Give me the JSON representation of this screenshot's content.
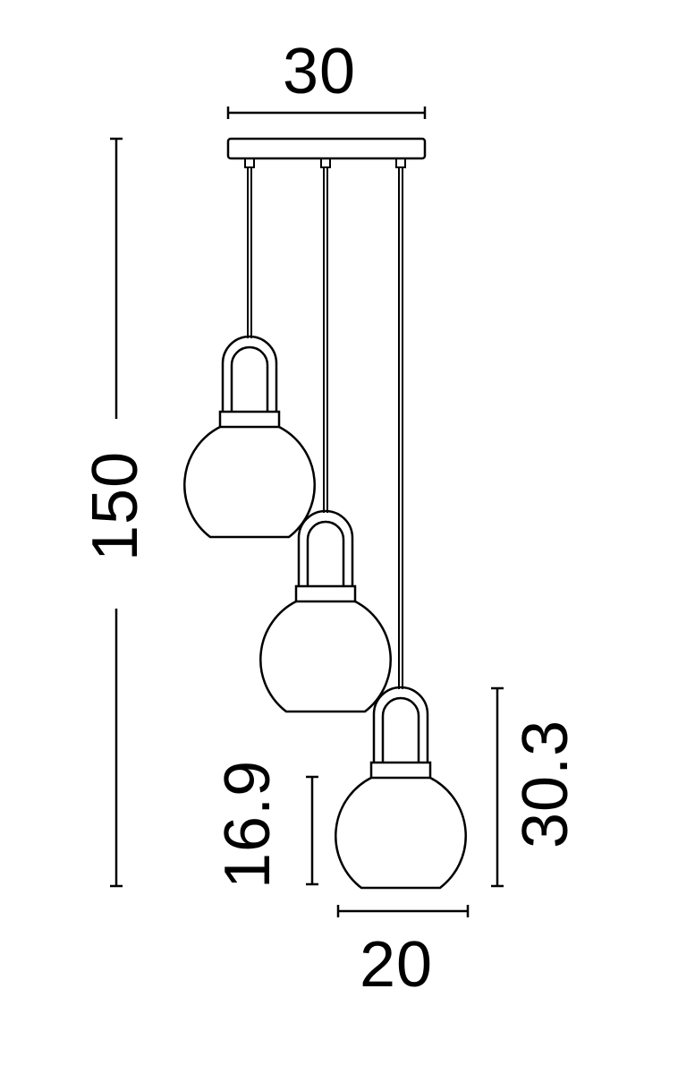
{
  "diagram": {
    "subject": "three-pendant-lamp-dimension-drawing",
    "line_color": "#000000",
    "background": "#ffffff",
    "dimensions": {
      "canopy_width": "30",
      "total_height": "150",
      "shade_height": "16.9",
      "pendant_height": "30.3",
      "shade_width": "20"
    },
    "pendants": [
      {
        "name": "pendant-left"
      },
      {
        "name": "pendant-middle"
      },
      {
        "name": "pendant-right"
      }
    ]
  }
}
